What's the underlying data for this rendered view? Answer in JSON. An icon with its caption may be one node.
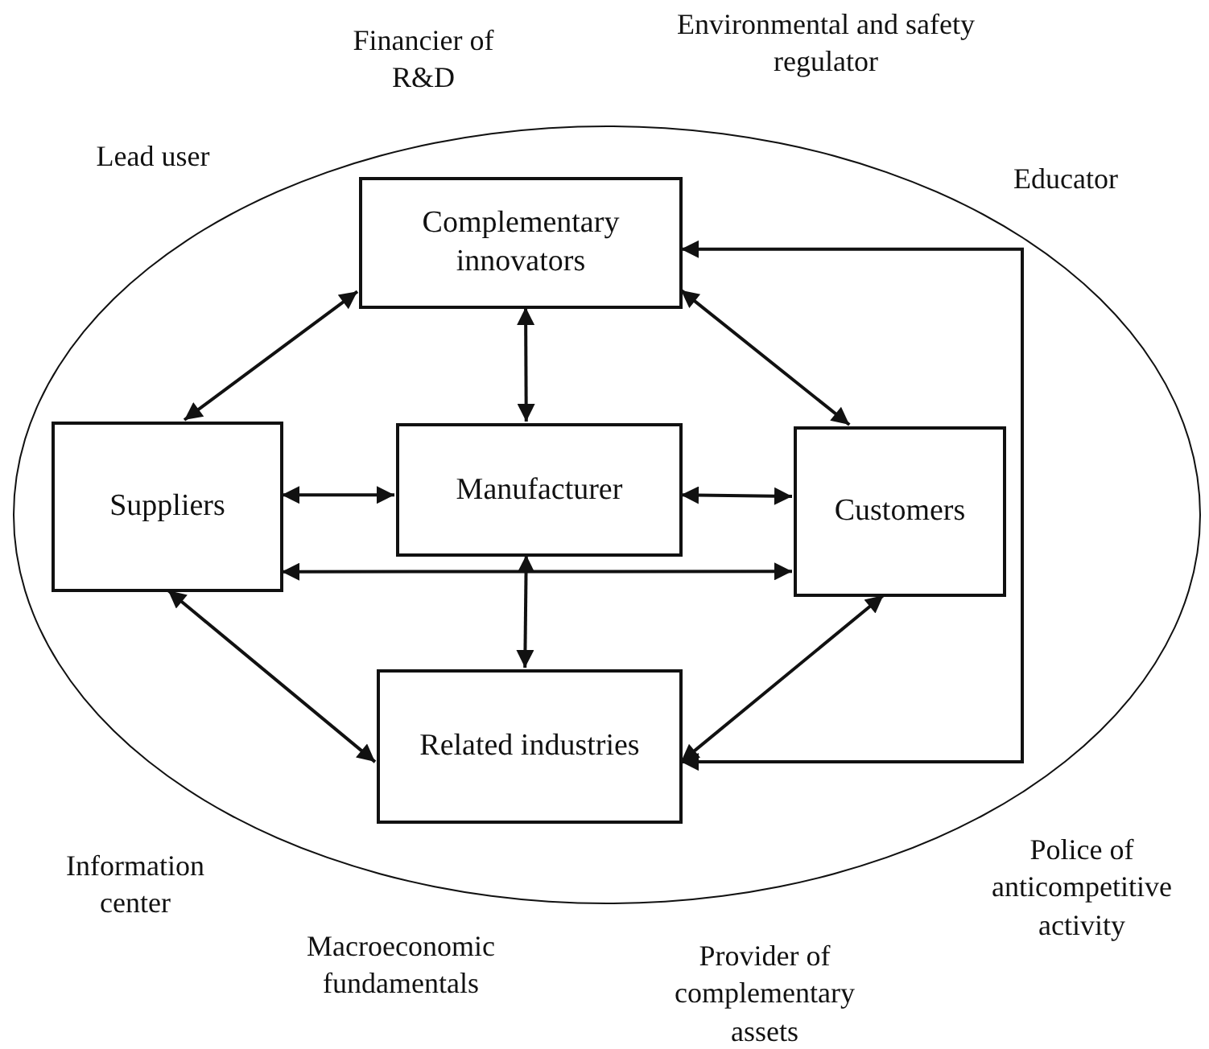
{
  "diagram": {
    "nodes": [
      {
        "text": [],
        "shape": "ellipse"
      },
      {
        "text": [
          "Complementary innovators"
        ],
        "in": 0
      },
      {
        "text": [
          "Suppliers"
        ],
        "in": 0
      },
      {
        "text": [
          "Manufacturer"
        ],
        "in": 0
      },
      {
        "text": [
          "Customers"
        ],
        "in": 0
      },
      {
        "text": [
          "Related industries"
        ],
        "in": 0
      }
    ],
    "edges": [
      {
        "from": 1,
        "to": 2,
        "arrow": "both"
      },
      {
        "from": 1,
        "to": 3,
        "arrow": "both"
      },
      {
        "from": 1,
        "to": 4,
        "arrow": "both"
      },
      {
        "from": 2,
        "to": 3,
        "arrow": "both"
      },
      {
        "from": 3,
        "to": 4,
        "arrow": "both"
      },
      {
        "from": 2,
        "to": 4,
        "arrow": "both"
      },
      {
        "from": 3,
        "to": 5,
        "arrow": "both"
      },
      {
        "from": 2,
        "to": 5,
        "arrow": "both"
      },
      {
        "from": 4,
        "to": 5,
        "arrow": "both"
      },
      {
        "from": 5,
        "to": 1,
        "arrow": "both"
      }
    ],
    "labels": [
      "Financier of R&D",
      "Environmental and safety regulator",
      "Lead user",
      "Educator",
      "Information center",
      "Police of anticompetitive activity",
      "Macroeconomic fundamentals",
      "Provider of complementary assets"
    ]
  }
}
